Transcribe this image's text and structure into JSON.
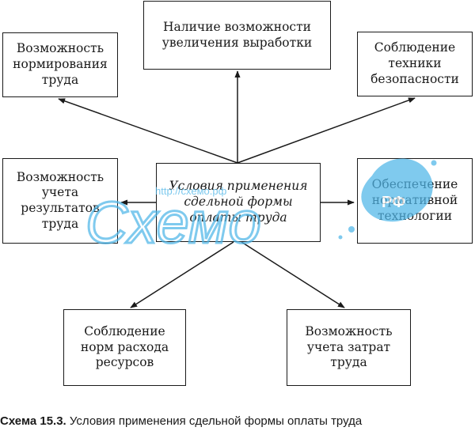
{
  "diagram": {
    "center": "Условия применения\nсдельной формы\nоплаты труда",
    "top": "Наличие возможности\nувеличения выработки",
    "top_left": "Возможность\nнормирования\nтруда",
    "top_right": "Соблюдение\nтехники\nбезопасности",
    "mid_left": "Возможность\nучета\nрезультатов\nтруда",
    "mid_right": "Обеспечение\nнормативной\nтехнологии",
    "bottom_left": "Соблюдение\nнорм расхода\nресурсов",
    "bottom_right": "Возможность\nучета затрат\nтруда"
  },
  "caption": {
    "label": "Схема 15.3.",
    "text": "Условия применения сдельной формы оплаты труда"
  },
  "watermark": {
    "url": "http://схемо.рф",
    "brand": "Схемо",
    "tld": "РФ",
    "color": "#4fb6e8"
  }
}
